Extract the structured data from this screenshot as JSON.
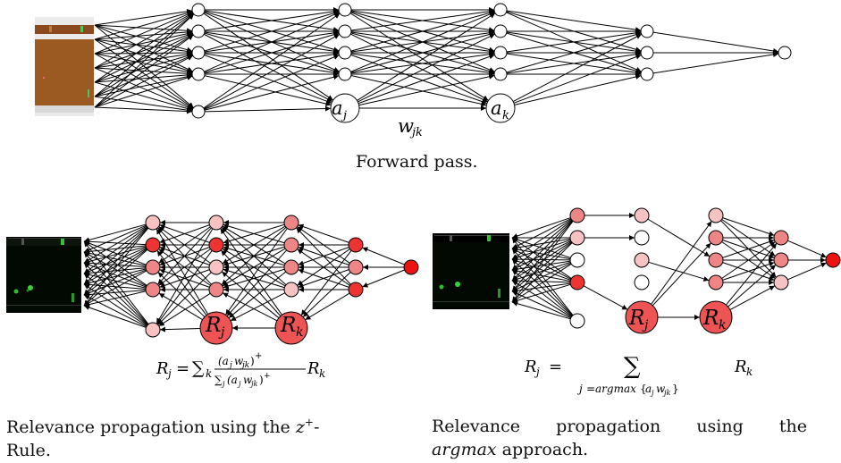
{
  "top": {
    "node_a_j": "a",
    "node_a_j_sub": "j",
    "node_a_k": "a",
    "node_a_k_sub": "k",
    "weight_label": "w",
    "weight_sub": "jk",
    "caption": "Forward pass."
  },
  "left": {
    "node_R_j": "R",
    "node_R_j_sub": "j",
    "node_R_k": "R",
    "node_R_k_sub": "k",
    "formula": "R_j = ∑_k (a_j w_jk)^+ / ∑_j (a_j w_jk)^+ R_k",
    "caption_line1": "Relevance propagation using the z⁺-",
    "caption_line2": "Rule."
  },
  "right": {
    "node_R_j": "R",
    "node_R_j_sub": "j",
    "node_R_k": "R",
    "node_R_k_sub": "k",
    "formula_lhs": "R_j =",
    "formula_sum": "∑",
    "formula_under": "j=argmax{a_j w_jk}",
    "formula_rhs": "R_k",
    "caption_line1_words": [
      "Relevance",
      "propagation",
      "using",
      "the"
    ],
    "caption_line2_italic": "argmax",
    "caption_line2_rest": " approach."
  },
  "colors": {
    "pink": "#f6c2c2",
    "mid": "#ef8686",
    "red": "#ee3333",
    "bright": "#ee1111",
    "white": "#ffffff",
    "big": "#ee5454"
  }
}
